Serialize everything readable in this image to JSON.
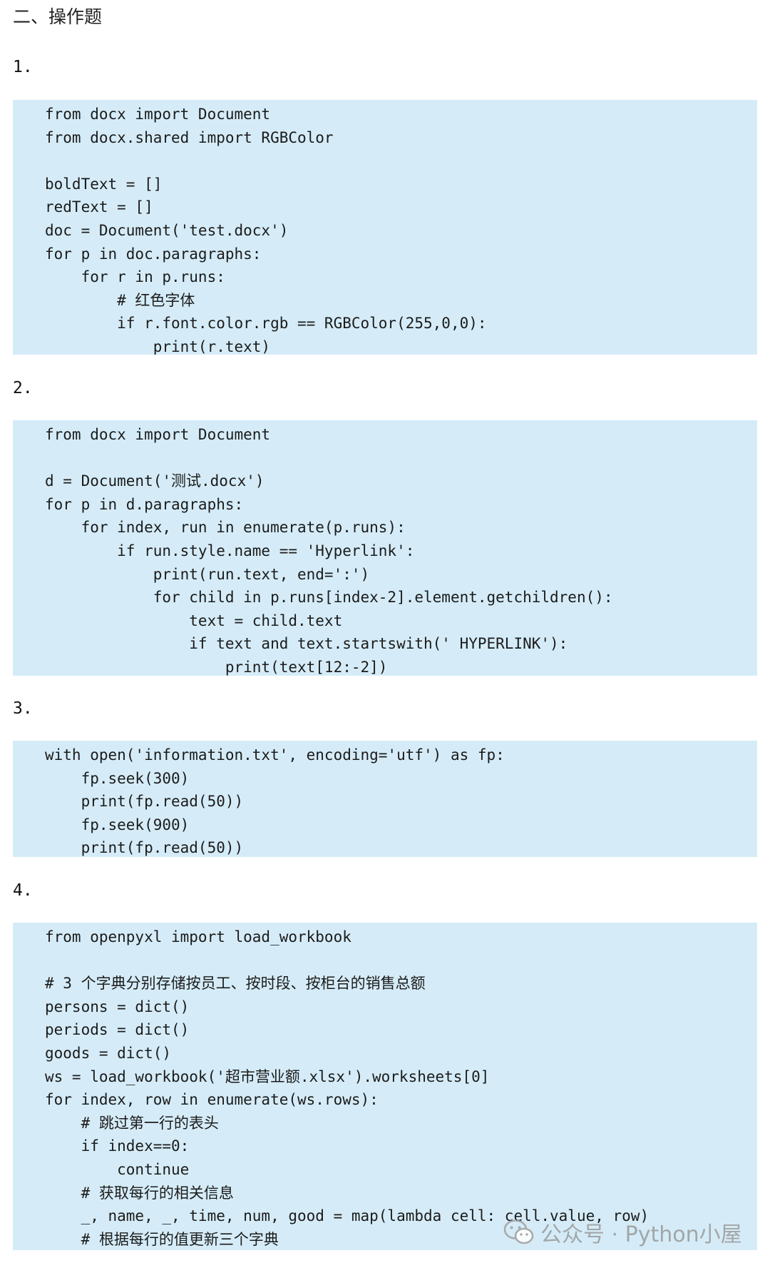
{
  "section_title": "二、操作题",
  "questions": [
    {
      "number": "1.",
      "code": [
        "from docx import Document",
        "from docx.shared import RGBColor",
        "",
        "boldText = []",
        "redText = []",
        "doc = Document('test.docx')",
        "for p in doc.paragraphs:",
        "    for r in p.runs:",
        "        # 红色字体",
        "        if r.font.color.rgb == RGBColor(255,0,0):",
        "            print(r.text)"
      ]
    },
    {
      "number": "2.",
      "code": [
        "from docx import Document",
        "",
        "d = Document('测试.docx')",
        "for p in d.paragraphs:",
        "    for index, run in enumerate(p.runs):",
        "        if run.style.name == 'Hyperlink':",
        "            print(run.text, end=':')",
        "            for child in p.runs[index-2].element.getchildren():",
        "                text = child.text",
        "                if text and text.startswith(' HYPERLINK'):",
        "                    print(text[12:-2])"
      ]
    },
    {
      "number": "3.",
      "code": [
        "with open('information.txt', encoding='utf') as fp:",
        "    fp.seek(300)",
        "    print(fp.read(50))",
        "    fp.seek(900)",
        "    print(fp.read(50))"
      ]
    },
    {
      "number": "4.",
      "code": [
        "from openpyxl import load_workbook",
        "",
        "# 3 个字典分别存储按员工、按时段、按柜台的销售总额",
        "persons = dict()",
        "periods = dict()",
        "goods = dict()",
        "ws = load_workbook('超市营业额.xlsx').worksheets[0]",
        "for index, row in enumerate(ws.rows):",
        "    # 跳过第一行的表头",
        "    if index==0:",
        "        continue",
        "    # 获取每行的相关信息",
        "    _, name, _, time, num, good = map(lambda cell: cell.value, row)",
        "    # 根据每行的值更新三个字典"
      ]
    }
  ],
  "watermark": {
    "text": "公众号 · Python小屋",
    "icon": "wechat-icon"
  }
}
